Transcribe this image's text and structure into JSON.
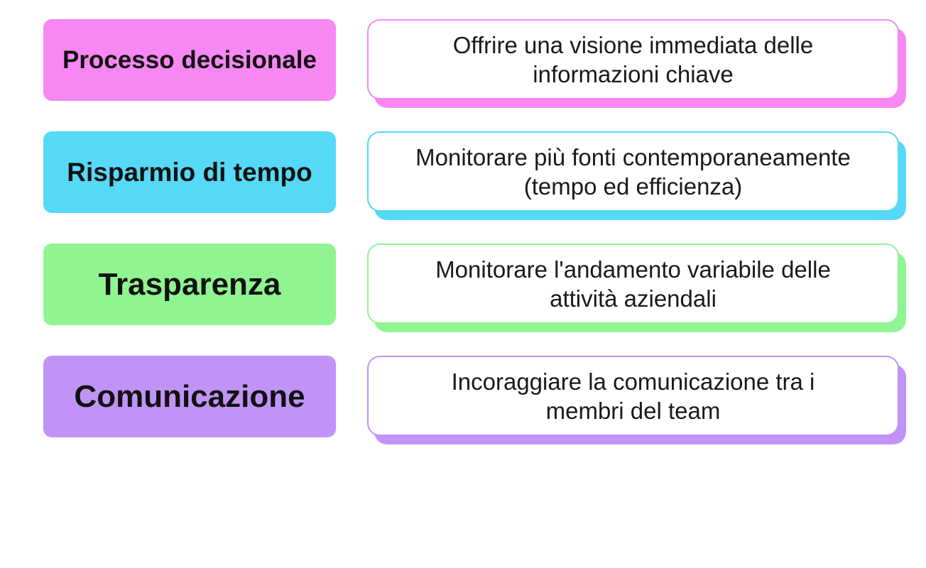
{
  "rows": [
    {
      "label": "Processo decisionale",
      "line1": "Offrire una visione immediata delle",
      "line2": "informazioni chiave",
      "color": "#f787f2"
    },
    {
      "label": "Risparmio di tempo",
      "line1": "Monitorare più fonti contemporaneamente",
      "line2": "(tempo ed efficienza)",
      "color": "#55d9f7"
    },
    {
      "label": "Trasparenza",
      "line1": "Monitorare l'andamento variabile delle",
      "line2": "attività aziendali",
      "color": "#90f591"
    },
    {
      "label": "Comunicazione",
      "line1": "Incoraggiare la comunicazione tra i",
      "line2": "membri del team",
      "color": "#c193f7"
    }
  ]
}
